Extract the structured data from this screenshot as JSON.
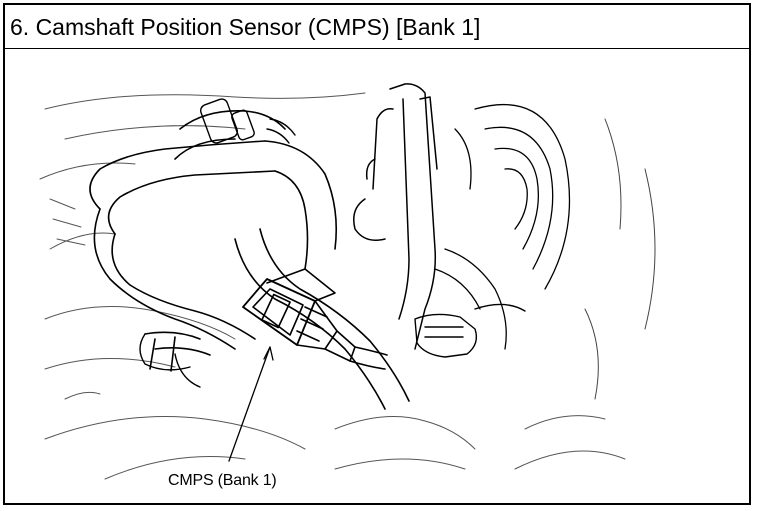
{
  "document": {
    "title": "6. Camshaft Position Sensor (CMPS) [Bank 1]",
    "callout_label": "CMPS (Bank 1)"
  },
  "figure": {
    "subject": "line-drawing",
    "line_color": "#000000",
    "background": "#ffffff"
  }
}
